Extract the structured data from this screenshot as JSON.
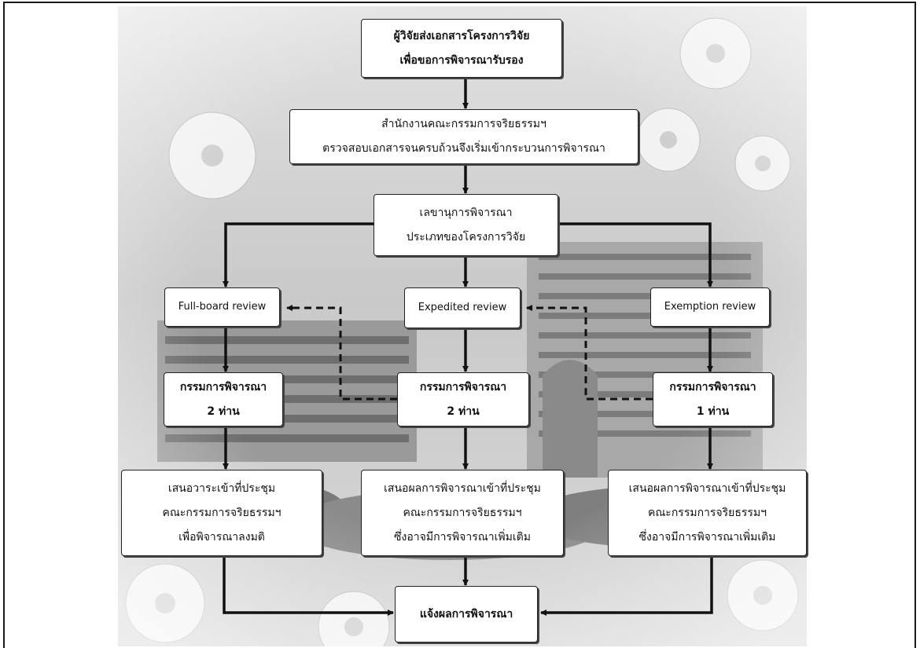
{
  "flowchart": {
    "submit": {
      "line1": "ผู้วิจัยส่งเอกสารโครงการวิจัย",
      "line2": "เพื่อขอการพิจารณารับรอง"
    },
    "office": {
      "line1": "สำนักงานคณะกรรมการจริยธรรมฯ",
      "line2": "ตรวจสอบเอกสารจนครบถ้วนจึงเริ่มเข้ากระบวนการพิจารณา"
    },
    "secretary": {
      "line1": "เลขานุการพิจารณา",
      "line2": "ประเภทของโครงการวิจัย"
    },
    "fullboard": {
      "label": "Full-board  review"
    },
    "expedited": {
      "label": "Expedited  review"
    },
    "exemption": {
      "label": "Exemption  review"
    },
    "reviewers_full": {
      "line1": "กรรมการพิจารณา",
      "line2": "2  ท่าน"
    },
    "reviewers_exp": {
      "line1": "กรรมการพิจารณา",
      "line2": "2 ท่าน"
    },
    "reviewers_exm": {
      "line1": "กรรมการพิจารณา",
      "line2": "1  ท่าน"
    },
    "agenda_full": {
      "line1": "เสนอวาระเข้าที่ประชุม",
      "line2": "คณะกรรมการจริยธรรมฯ",
      "line3": "เพื่อพิจารณาลงมติ"
    },
    "agenda_exp": {
      "line1": "เสนอผลการพิจารณาเข้าที่ประชุม",
      "line2": "คณะกรรมการจริยธรรมฯ",
      "line3": "ซึ่งอาจมีการพิจารณาเพิ่มเติม"
    },
    "agenda_exm": {
      "line1": "เสนอผลการพิจารณาเข้าที่ประชุม",
      "line2": "คณะกรรมการจริยธรรมฯ",
      "line3": "ซึ่งอาจมีการพิจารณาเพิ่มเติม"
    },
    "notify": {
      "label": "แจ้งผลการพิจารณา"
    }
  },
  "colors": {
    "box_border": "#222222",
    "arrow": "#111111",
    "frame": "#1a1a1a"
  }
}
